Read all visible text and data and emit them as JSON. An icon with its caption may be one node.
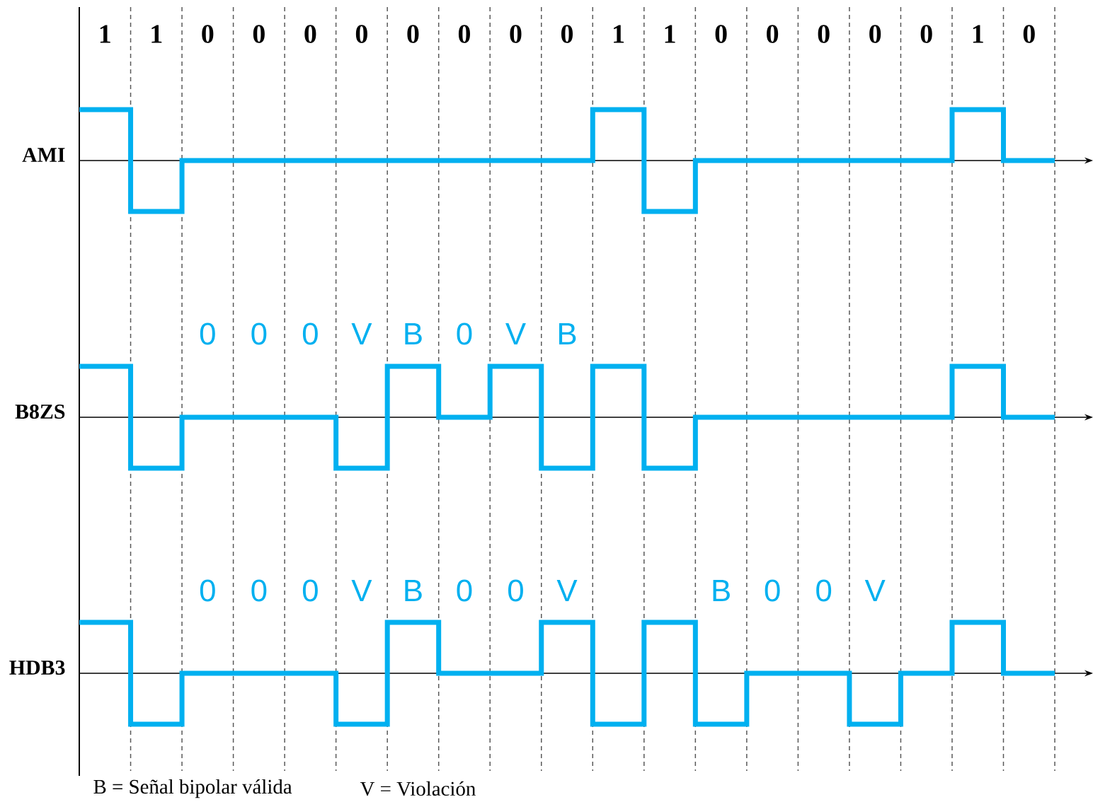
{
  "diagram": {
    "labels": [
      "1",
      "1",
      "0",
      "0",
      "0",
      "0",
      "0",
      "0",
      "0",
      "0",
      "1",
      "1",
      "0",
      "0",
      "0",
      "0",
      "0",
      "1",
      "0",
      "AMI",
      "0",
      "0",
      "0",
      "V",
      "B",
      "0",
      "V",
      "B",
      "B8ZS",
      "0",
      "0",
      "0",
      "V",
      "B",
      "0",
      "0",
      "V",
      "B",
      "0",
      "0",
      "V",
      "HDB3",
      "B = Señal bipolar válida",
      "V = Violación"
    ]
  }
}
